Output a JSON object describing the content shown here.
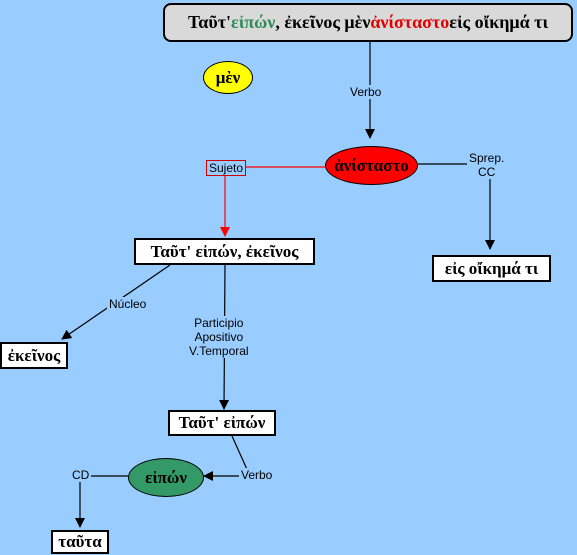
{
  "sentence": {
    "part1": "Ταῦτ' ",
    "part2": "εἰπών",
    "part3": ", ἐκεῖνος μὲν ",
    "part4": "ἀνίσταστο",
    "part5": " εἰς οἴκημά τι"
  },
  "nodes": {
    "men": "μὲν",
    "verb_main": "ἀνίσταστο",
    "subject": "Ταῦτ' εἰπών, ἐκεῖνος",
    "prep": "εἰς οἴκημά τι",
    "nucleus": "ἐκεῖνος",
    "participle_phrase": "Ταῦτ' εἰπών",
    "participle": "εἰπών",
    "object": "ταῦτα"
  },
  "labels": {
    "verbo_top": "Verbo",
    "sujeto": "Sujeto",
    "sprep_line1": "Sprep.",
    "sprep_line2": "CC",
    "nucleo": "Núcleo",
    "participio_1": "Participio",
    "participio_2": "Apositivo",
    "participio_3": "V.Temporal",
    "verbo_bottom": "Verbo",
    "cd": "CD"
  },
  "colors": {
    "background": "#99ccff",
    "verb_ellipse": "#ff0000",
    "men_ellipse": "#ffff00",
    "participle_ellipse": "#339966",
    "sentence_box": "#d9d9d9",
    "sujeto_line": "#ff0000"
  }
}
